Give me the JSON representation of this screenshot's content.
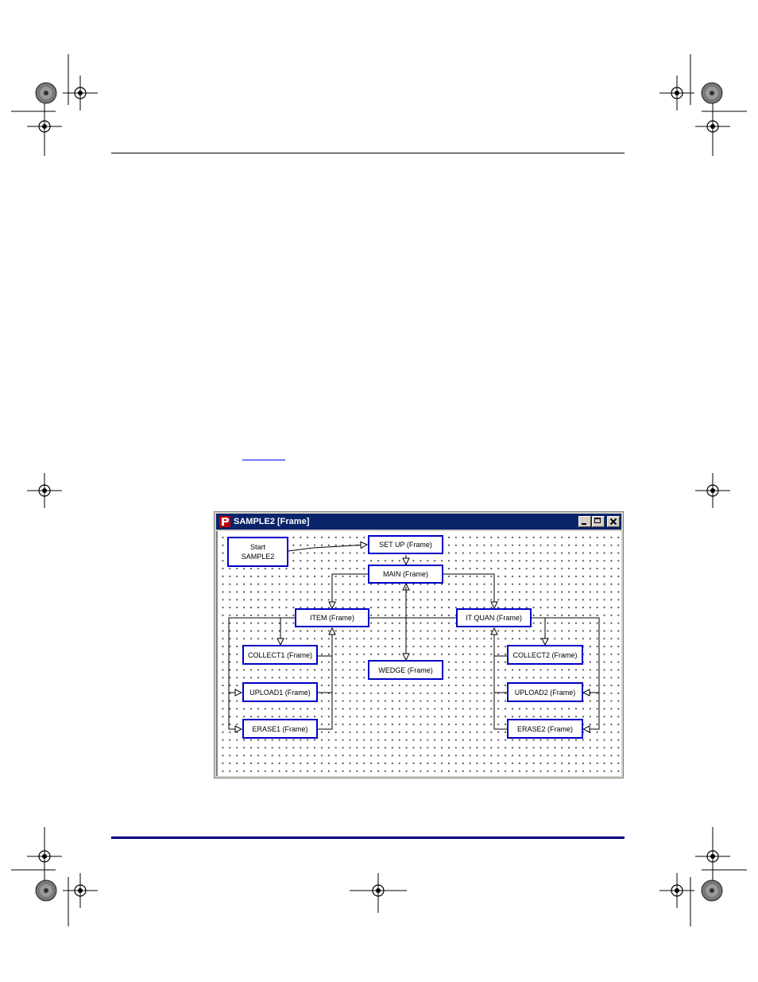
{
  "window": {
    "title": "SAMPLE2 [Frame]",
    "icon": "app-logo-icon",
    "controls": [
      "minimize-icon",
      "maximize-icon",
      "close-icon"
    ]
  },
  "nodes": {
    "start": {
      "line1": "Start",
      "line2": "SAMPLE2"
    },
    "setup": "SET UP (Frame)",
    "main": "MAIN (Frame)",
    "item": "ITEM (Frame)",
    "itquan": "IT QUAN (Frame)",
    "collect1": "COLLECT1 (Frame)",
    "upload1": "UPLOAD1 (Frame)",
    "erase1": "ERASE1 (Frame)",
    "wedge": "WEDGE (Frame)",
    "collect2": "COLLECT2 (Frame)",
    "upload2": "UPLOAD2 (Frame)",
    "erase2": "ERASE2 (Frame)"
  },
  "colors": {
    "titlebar": "#0a246a",
    "node_border": "#0000c8",
    "rule_bottom": "#000080"
  }
}
